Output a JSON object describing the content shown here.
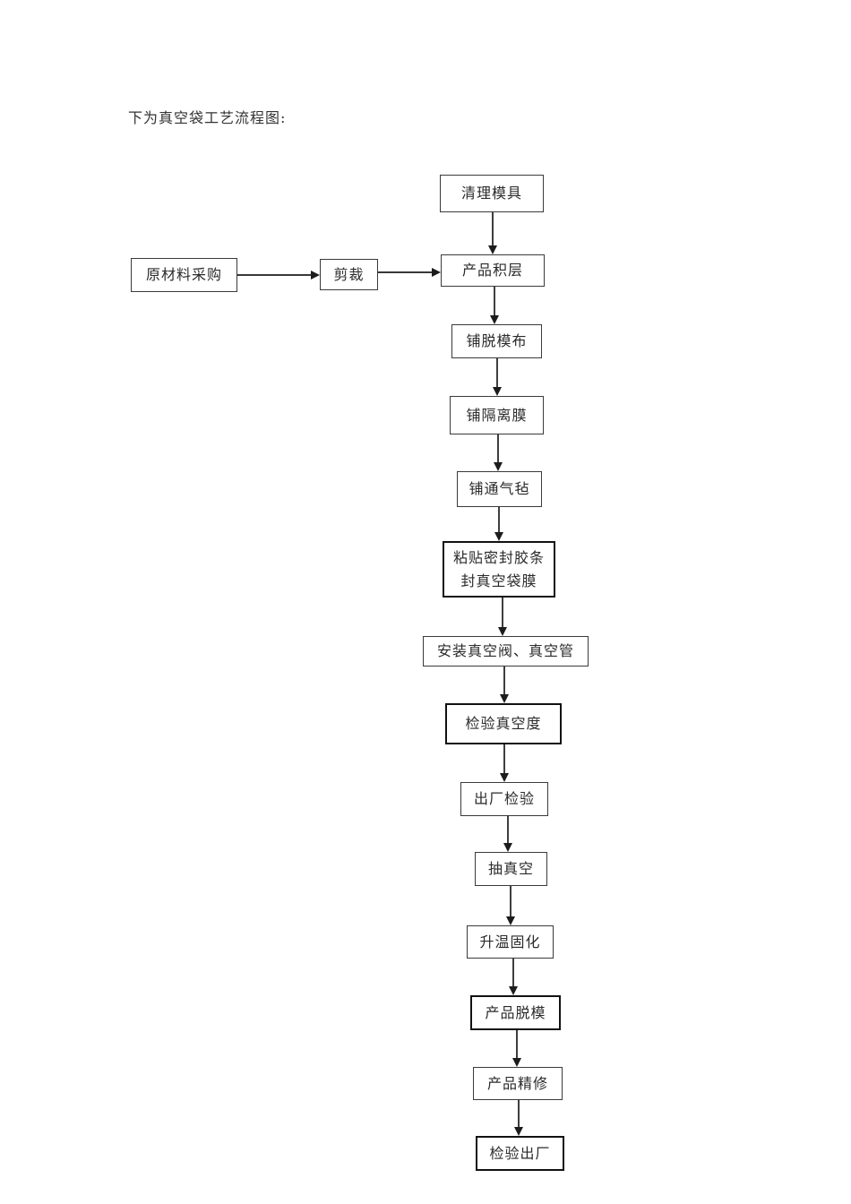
{
  "page": {
    "intro_text": "下为真空袋工艺流程图:"
  },
  "flowchart": {
    "title": "真空袋工艺流程图",
    "nodes": [
      {
        "id": "clean-mold",
        "label": "清理模具"
      },
      {
        "id": "raw-material",
        "label": "原材料采购"
      },
      {
        "id": "cutting",
        "label": "剪裁"
      },
      {
        "id": "layup",
        "label": "产品积层"
      },
      {
        "id": "release-cloth",
        "label": "铺脱模布"
      },
      {
        "id": "separator-film",
        "label": "铺隔离膜"
      },
      {
        "id": "breather-felt",
        "label": "铺通气毡"
      },
      {
        "id": "sealant-tape",
        "label": "粘贴密封胶条\n封真空袋膜"
      },
      {
        "id": "install-valve",
        "label": "安装真空阀、真空管"
      },
      {
        "id": "check-vacuum",
        "label": "检验真空度"
      },
      {
        "id": "factory-inspection",
        "label": "出厂检验"
      },
      {
        "id": "evacuate",
        "label": "抽真空"
      },
      {
        "id": "cure",
        "label": "升温固化"
      },
      {
        "id": "demold",
        "label": "产品脱模"
      },
      {
        "id": "trim",
        "label": "产品精修"
      },
      {
        "id": "final-inspection",
        "label": "检验出厂"
      }
    ],
    "edges": [
      {
        "from": "clean-mold",
        "to": "layup"
      },
      {
        "from": "raw-material",
        "to": "cutting"
      },
      {
        "from": "cutting",
        "to": "layup"
      },
      {
        "from": "layup",
        "to": "release-cloth"
      },
      {
        "from": "release-cloth",
        "to": "separator-film"
      },
      {
        "from": "separator-film",
        "to": "breather-felt"
      },
      {
        "from": "breather-felt",
        "to": "sealant-tape"
      },
      {
        "from": "sealant-tape",
        "to": "install-valve"
      },
      {
        "from": "install-valve",
        "to": "check-vacuum"
      },
      {
        "from": "check-vacuum",
        "to": "factory-inspection"
      },
      {
        "from": "factory-inspection",
        "to": "evacuate"
      },
      {
        "from": "evacuate",
        "to": "cure"
      },
      {
        "from": "cure",
        "to": "demold"
      },
      {
        "from": "demold",
        "to": "trim"
      },
      {
        "from": "trim",
        "to": "final-inspection"
      }
    ],
    "colors": {
      "line": "#1c1c1c",
      "border": "#3a3a3a",
      "border_emphasis": "#121212",
      "text": "#2b2b2b",
      "background": "#ffffff"
    }
  }
}
